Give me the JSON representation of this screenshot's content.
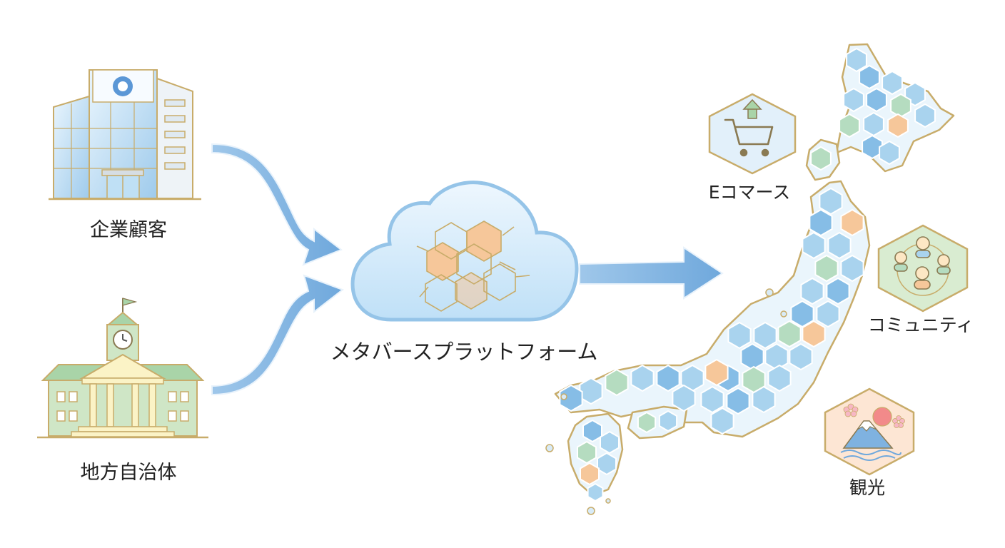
{
  "sources": {
    "corporate_label": "企業顧客",
    "local_gov_label": "地方自治体"
  },
  "platform": {
    "label": "メタバースプラットフォーム"
  },
  "services": {
    "ecommerce_label": "Eコマース",
    "community_label": "コミュニティ",
    "tourism_label": "観光"
  },
  "icons": {
    "corporate": "office-building-icon",
    "local_gov": "city-hall-icon",
    "platform": "cloud-hexagon-network-icon",
    "ecommerce": "shopping-cart-icon",
    "community": "people-group-icon",
    "tourism": "mount-fuji-sakura-icon",
    "map": "japan-hex-map"
  },
  "colors": {
    "arrow_blue": "#7fb2e0",
    "gold_outline": "#c8ac6a",
    "hex_blue": "#a9d3ee",
    "hex_blue_dark": "#86bde6",
    "hex_green": "#b5dcc0",
    "hex_orange": "#f6c79a",
    "cloud_fill": "#d5ebfa",
    "cloud_stroke": "#9cc9ea",
    "building_green": "#cfe6c6",
    "text": "#222222"
  }
}
